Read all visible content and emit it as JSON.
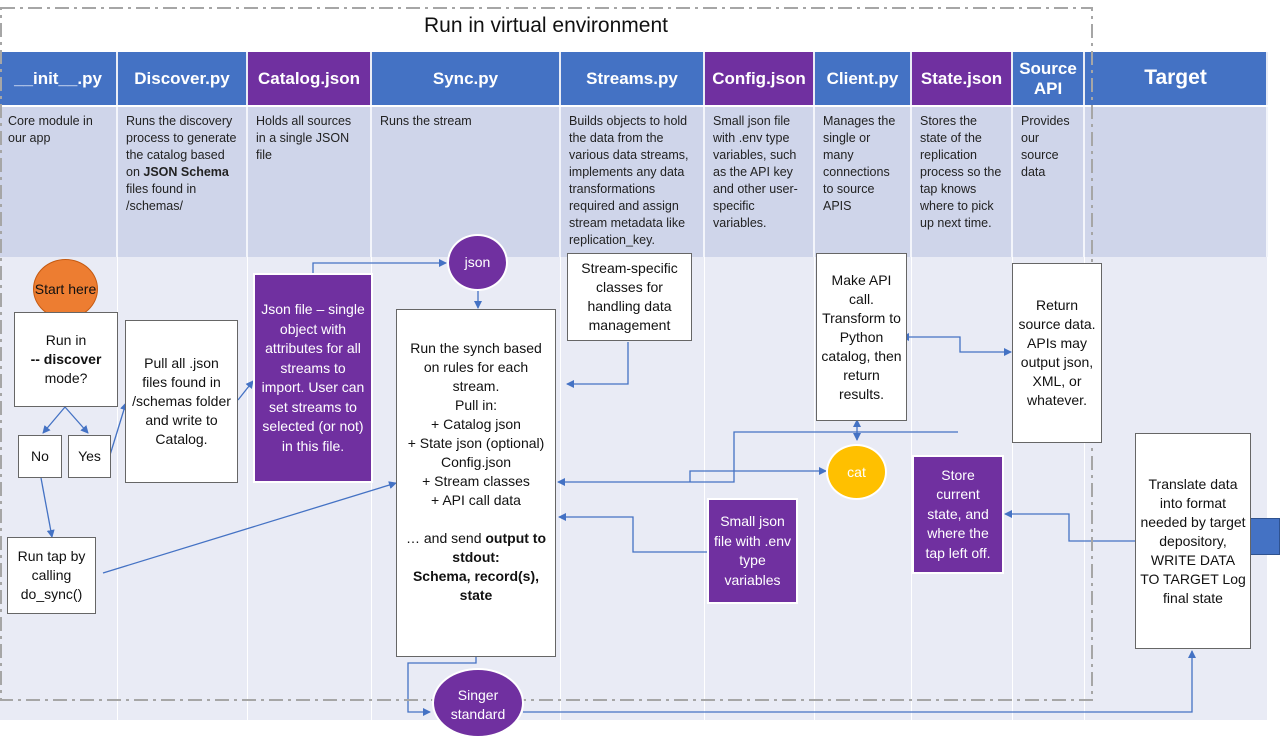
{
  "title": "Run in virtual environment",
  "columns": [
    {
      "header": "__init__.py",
      "color": "#4472c4",
      "desc": "Core module in our app"
    },
    {
      "header": "Discover.py",
      "color": "#4472c4",
      "desc_pre": "Runs the discovery process to generate the catalog based on ",
      "desc_bold": "JSON Schema",
      "desc_post": " files found in /schemas/"
    },
    {
      "header": "Catalog.json",
      "color": "#7030a0",
      "desc": "Holds all sources in a single JSON file"
    },
    {
      "header": "Sync.py",
      "color": "#4472c4",
      "desc": "Runs the stream"
    },
    {
      "header": "Streams.py",
      "color": "#4472c4",
      "desc": "Builds objects to hold the data from the various data streams, implements any data transformations required and assign stream metadata like replication_key."
    },
    {
      "header": "Config.json",
      "color": "#7030a0",
      "desc": "Small json file with .env type variables, such as the API key and other user-specific variables."
    },
    {
      "header": "Client.py",
      "color": "#4472c4",
      "desc": "Manages the single or many connections to source APIS"
    },
    {
      "header": "State.json",
      "color": "#7030a0",
      "desc": "Stores the state of the replication process so the tap knows where to pick up next time."
    },
    {
      "header": "Source API",
      "color": "#4472c4",
      "desc": "Provides our source data"
    },
    {
      "header": "Target",
      "color": "#4472c4",
      "desc": ""
    }
  ],
  "nodes": {
    "start": "Start here",
    "discover_q_pre": "Run in",
    "discover_q_bold": "-- discover",
    "discover_q_post": "mode?",
    "no": "No",
    "yes": "Yes",
    "run_tap": "Run tap by calling do_sync()",
    "pull_json": "Pull all .json files found in /schemas folder and write to Catalog.",
    "catalog_file": "Json file – single object with attributes for all streams to import. User can set streams to selected (or not) in this file.",
    "json_circle": "json",
    "sync_main": [
      "Run the synch based on rules for each stream.",
      "Pull in:",
      "+ Catalog json",
      "+ State json (optional)",
      "Config.json",
      "+ Stream classes",
      "+ API call data"
    ],
    "sync_send_pre": "… and send ",
    "sync_send_bold": "output to stdout:",
    "sync_send_bold2": "Schema, record(s), state",
    "stream_classes": "Stream-specific classes for handling data management",
    "config_file": "Small json file with .env type variables",
    "client_call": "Make API call. Transform to Python catalog, then return results.",
    "cat_circle": "cat",
    "state_store": "Store current state, and where the tap left off.",
    "source_return": "Return source data. APIs may output json, XML, or whatever.",
    "target_translate": "Translate data into format needed by target depository, WRITE DATA TO TARGET Log final state",
    "singer": "Singer standard"
  },
  "colors": {
    "blue": "#4472c4",
    "purple": "#7030a0",
    "orange": "#ed7d31",
    "yellow": "#ffc000",
    "connector": "#4472c4"
  }
}
